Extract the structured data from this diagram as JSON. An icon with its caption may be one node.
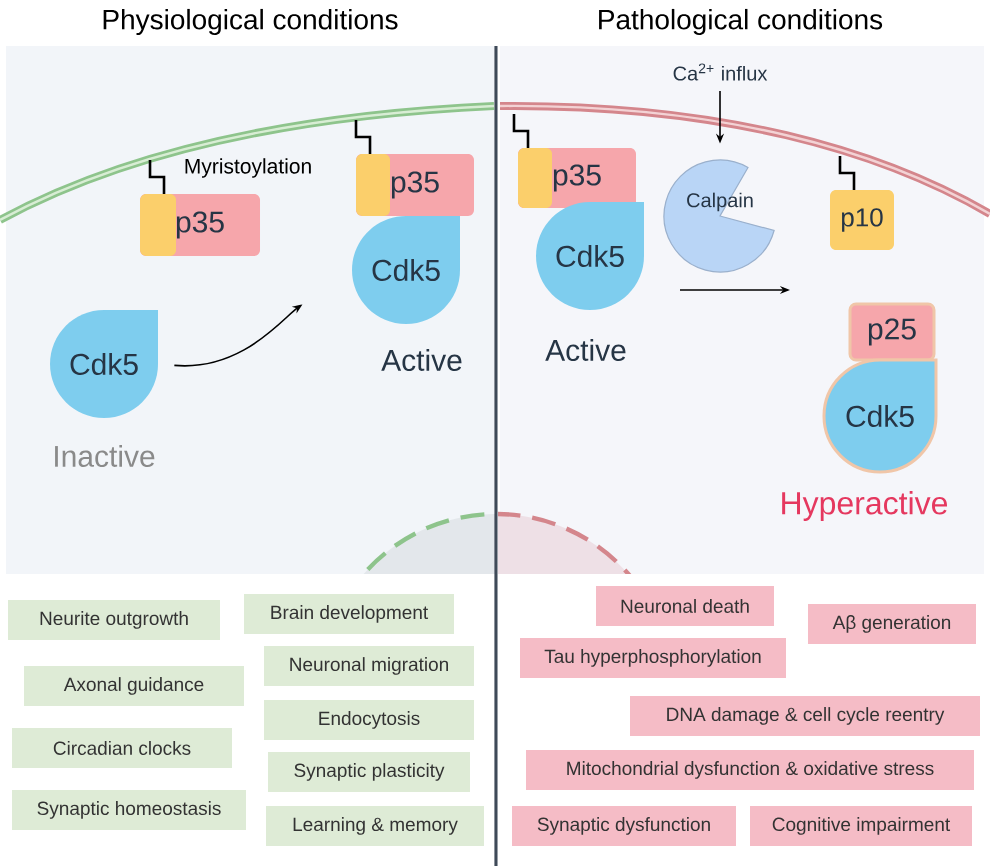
{
  "diagram": {
    "nodes": [
      {
        "text": [
          "p35"
        ],
        "beside": [
          "Myristoylation"
        ]
      },
      {
        "text": [
          "Cdk5"
        ],
        "beside": [
          "Inactive"
        ]
      },
      {
        "text": [
          "p35"
        ]
      },
      {
        "text": [
          "Cdk5"
        ],
        "beside": [
          "Active"
        ]
      },
      {
        "text": [
          "Ca$^{2+}$ influx"
        ]
      },
      {
        "text": [
          "p35"
        ]
      },
      {
        "text": [
          "Cdk5"
        ],
        "beside": [
          "Active"
        ]
      },
      {
        "text": [
          "Calpain"
        ]
      },
      {
        "text": [
          "p10"
        ]
      },
      {
        "text": [
          "p25"
        ]
      },
      {
        "text": [
          "Cdk5"
        ],
        "beside": [
          "Hyperactive"
        ]
      },
      {
        "text": [
          "Neurite outgrowth"
        ]
      },
      {
        "text": [
          "Brain development"
        ]
      },
      {
        "text": [
          "Neuronal migration"
        ]
      },
      {
        "text": [
          "Axonal guidance"
        ]
      },
      {
        "text": [
          "Endocytosis"
        ]
      },
      {
        "text": [
          "Circadian clocks"
        ]
      },
      {
        "text": [
          "Synaptic plasticity"
        ]
      },
      {
        "text": [
          "Synaptic homeostasis"
        ]
      },
      {
        "text": [
          "Learning & memory"
        ]
      },
      {
        "text": [
          "Neuronal death"
        ]
      },
      {
        "text": [
          "Aβ generation"
        ]
      },
      {
        "text": [
          "Tau hyperphosphorylation"
        ]
      },
      {
        "text": [
          "DNA damage & cell cycle reentry"
        ]
      },
      {
        "text": [
          "Mitochondrial dysfunction & oxidative stress"
        ]
      },
      {
        "text": [
          "Synaptic dysfunction"
        ]
      },
      {
        "text": [
          "Cognitive impairment"
        ]
      }
    ],
    "edges": [
      {
        "from": 1,
        "to": 3,
        "arrow": "to"
      },
      {
        "from": 4,
        "to": 7,
        "arrow": "to"
      }
    ],
    "labels": [
      "Physiological conditions",
      "Pathological conditions"
    ]
  }
}
